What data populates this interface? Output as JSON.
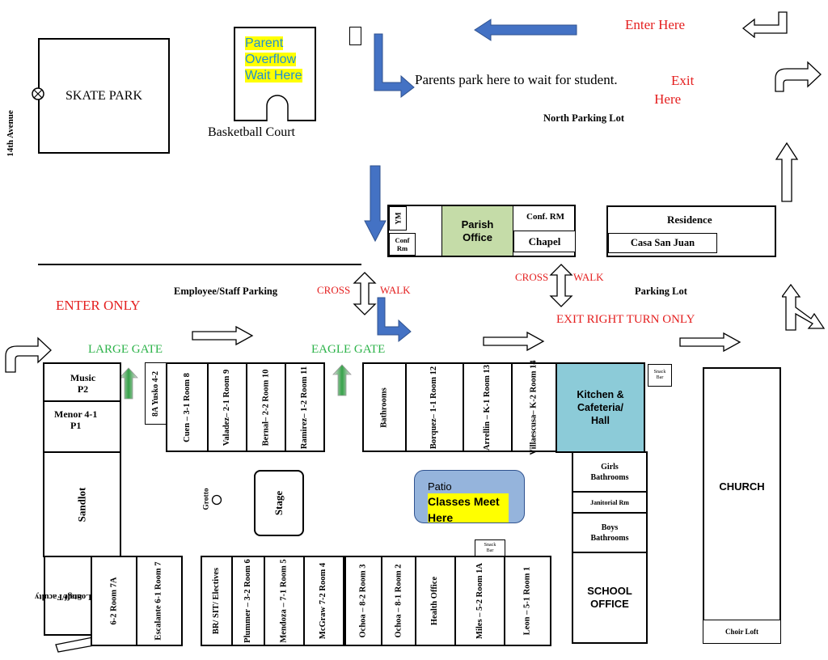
{
  "labels": {
    "avenue": "14th Avenue",
    "skate_park": "SKATE PARK",
    "parent_overflow": [
      "Parent",
      "Overflow",
      "Wait Here"
    ],
    "basketball_court": "Basketball Court",
    "parents_park": "Parents park here to wait for student.",
    "enter_here": "Enter Here",
    "exit_here": [
      "Exit",
      "Here"
    ],
    "north_parking_lot": "North Parking Lot",
    "residence": "Residence",
    "casa_san_juan": "Casa San Juan",
    "parish_office": [
      "Parish",
      "Office"
    ],
    "ym": "YM",
    "conf_rm_small": [
      "Conf",
      "Rm"
    ],
    "conf_rm": "Conf. RM",
    "chapel": "Chapel",
    "cross": "CROSS",
    "walk": "WALK",
    "enter_only": "ENTER ONLY",
    "employee_parking": "Employee/Staff Parking",
    "parking_lot": "Parking Lot",
    "exit_right_turn": "EXIT RIGHT TURN ONLY",
    "large_gate": "LARGE GATE",
    "eagle_gate": "EAGLE GATE",
    "music": [
      "Music",
      "P2"
    ],
    "menor": [
      "Menor 4-1",
      "P1"
    ],
    "sandlot": "Sandlot",
    "grotto": "Grotto",
    "stage": "Stage",
    "patio": "Patio",
    "classes_meet": "Classes Meet Here",
    "kitchen": [
      "Kitchen &",
      "Cafeteria/",
      "Hall"
    ],
    "snack_bar": [
      "Snack",
      "Bar"
    ],
    "girls_bathrooms": [
      "Girls",
      "Bathrooms"
    ],
    "janitorial": "Janitorial Rm",
    "boys_bathrooms": [
      "Boys",
      "Bathrooms"
    ],
    "school_office": [
      "SCHOOL",
      "OFFICE"
    ],
    "church": "CHURCH",
    "choir_loft": "Choir Loft",
    "yusko": "8A Yusko 4-2",
    "staff_lounge": [
      "Staff/Faculty",
      "Lounge"
    ]
  },
  "top_rooms": [
    {
      "name": "Cuen – 3-1\nRoom 8"
    },
    {
      "name": "Valadez– 2-1\nRoom 9"
    },
    {
      "name": "Bernal– 2-2\nRoom 10"
    },
    {
      "name": "Ramirez– 1-2\nRoom 11"
    },
    {
      "name": "Bathrooms"
    },
    {
      "name": "Borquez– 1-1\nRoom 12"
    },
    {
      "name": "Arrellin – K-1\nRoom 13"
    },
    {
      "name": "Villaescusa– K-2\nRoom 14"
    }
  ],
  "bottom_rooms": [
    {
      "name": "6-2\nRoom 7A"
    },
    {
      "name": "Escalante 6-1\nRoom 7"
    },
    {
      "name": "BR/ SIT/ Electives"
    },
    {
      "name": "Plummer – 3-2\nRoom 6"
    },
    {
      "name": "Mendoza – 7-1\nRoom 5"
    },
    {
      "name": "McGraw 7-2\nRoom 4"
    },
    {
      "name": "Ochoa – 8-2\nRoom 3"
    },
    {
      "name": "Ochoa – 8-1\nRoom 2"
    },
    {
      "name": "Health Office"
    },
    {
      "name": "Miles – 5-2\nRoom 1A"
    },
    {
      "name": "Leon – 5-1\nRoom 1"
    }
  ],
  "colors": {
    "blue_arrow": "#4472c4",
    "parish_green": "#c5dca8",
    "kitchen_teal": "#8ccbd8",
    "patio_blue": "#95b4dc",
    "highlight": "#ffff00",
    "red_text": "#e41e1e",
    "green_text": "#2db34a"
  }
}
